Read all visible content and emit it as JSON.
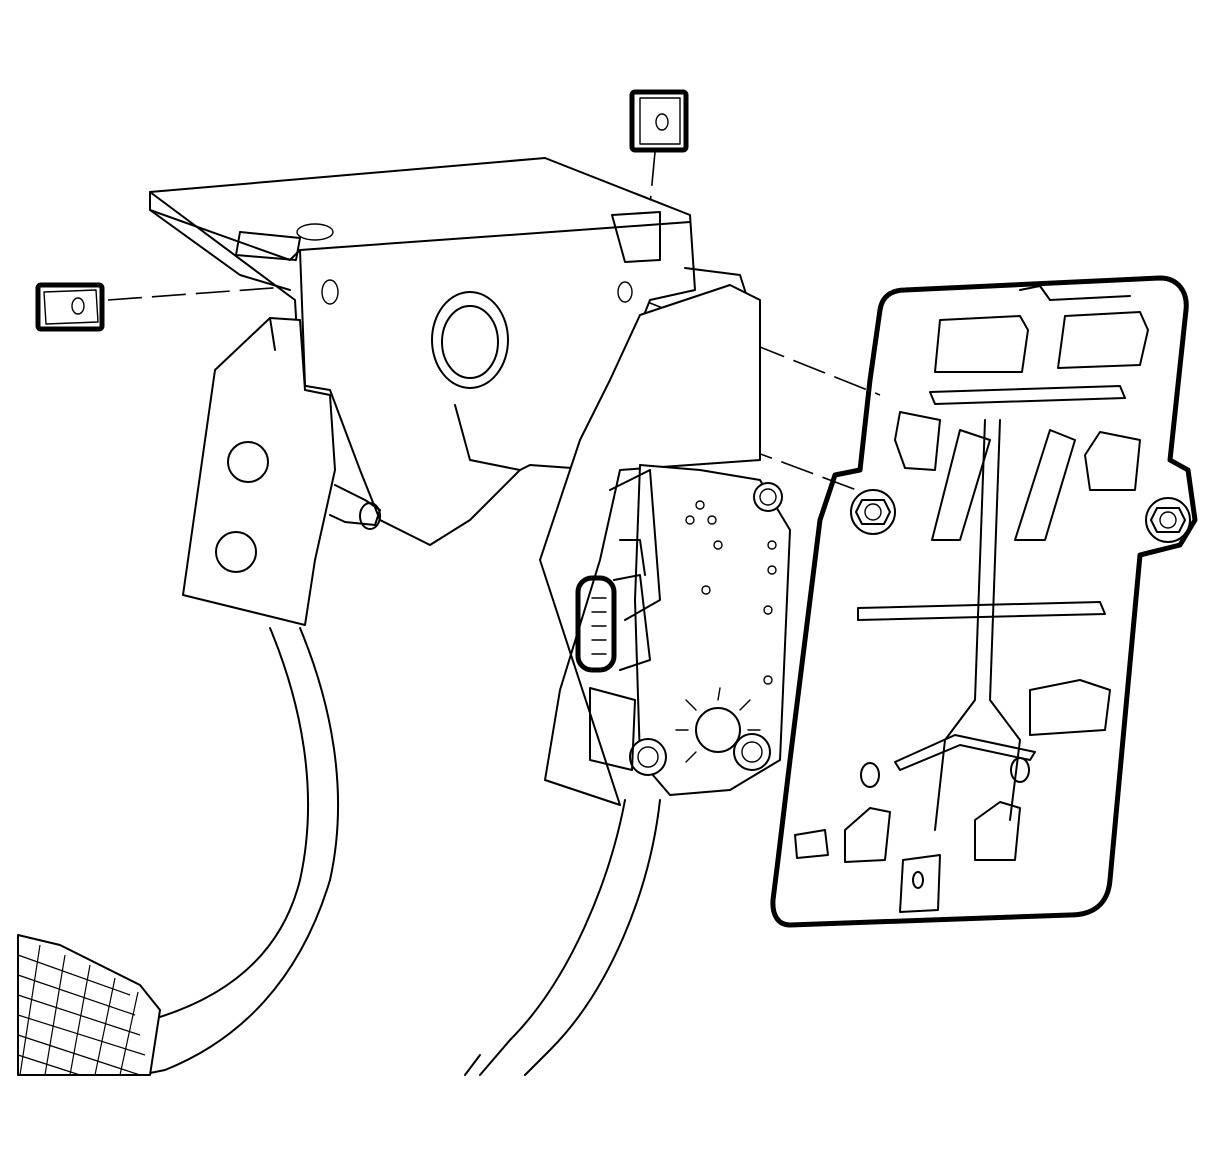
{
  "diagram": {
    "description_free": true,
    "colors": {
      "line": "#000000",
      "background": "#ffffff"
    },
    "parts": [
      {
        "id": "retainer-left",
        "icon": "square-retainer"
      },
      {
        "id": "retainer-top",
        "icon": "square-retainer"
      },
      {
        "id": "pedal-bracket",
        "icon": "bracket"
      },
      {
        "id": "accelerator-pedal-sensor",
        "icon": "sensor"
      },
      {
        "id": "pedal-cover-plate",
        "icon": "plate"
      },
      {
        "id": "bolt-left",
        "icon": "hex-bolt"
      },
      {
        "id": "bolt-right",
        "icon": "hex-bolt"
      },
      {
        "id": "electrical-connector",
        "icon": "connector"
      },
      {
        "id": "brake-pedal-pad",
        "icon": "pedal-pad"
      }
    ]
  }
}
